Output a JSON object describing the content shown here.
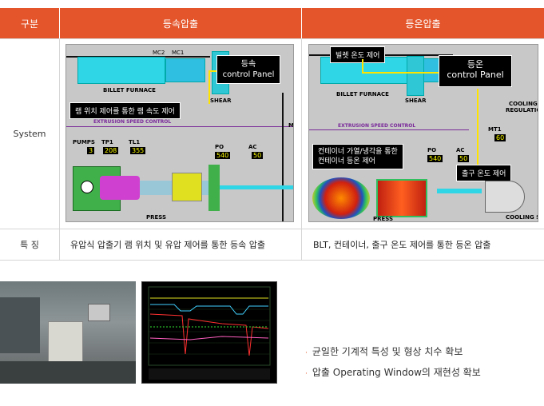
{
  "table": {
    "headers": [
      "구분",
      "등속압출",
      "등온압출"
    ],
    "rows": [
      {
        "label": "System"
      },
      {
        "label": "특 징",
        "col1": "유압식 압출기 램 위치 및 유압 제어를 통한 등속 압출",
        "col2": "BLT, 컨테이너, 출구 온도 제어를 통한 등온 압출"
      }
    ]
  },
  "left_diagram": {
    "furnace_label": "BILLET FURNACE",
    "shear_label": "SHEAR",
    "panel_line1": "등속",
    "panel_line2": "control Panel",
    "callout": "램 위치 제어를 통한 램 속도 제어",
    "section": "EXTRUSION SPEED CONTROL",
    "pumps_label": "PUMPS",
    "pumps_val": "3",
    "tp1_label": "TP1",
    "tp1_val": "208",
    "tl1_label": "TL1",
    "tl1_val": "355",
    "po_label": "PO",
    "po_val": "540",
    "ac_label": "AC",
    "ac_val": "50",
    "press_label": "PRESS",
    "mc2": "MC2",
    "mc1": "MC1",
    "m_label": "M"
  },
  "right_diagram": {
    "furnace_label": "BILLET FURNACE",
    "shear_label": "SHEAR",
    "panel_line1": "등온",
    "panel_line2": "control Panel",
    "callout_top": "빌렛 온도 제어",
    "callout_mid_line1": "컨테이너 가열/냉각을 통한",
    "callout_mid_line2": "컨테이너 등온 제어",
    "callout_exit": "출구 온도 제어",
    "section": "EXTRUSION SPEED CONTROL",
    "cooling_reg_line1": "COOLING",
    "cooling_reg_line2": "REGULATION",
    "mt1_label": "MT1",
    "mt1_val": "60",
    "po_label": "PO",
    "po_val": "540",
    "ac_label": "AC",
    "ac_val": "50",
    "press_label": "PRESS",
    "cooling_sys": "COOLING SY"
  },
  "bullets": [
    "균일한 기계적 특성 및 형상 치수 확보",
    "압출 Operating Window의 재현성 확보"
  ],
  "colors": {
    "header_bg": "#e4552b",
    "bullet": "#e4552b",
    "furnace": "#2fd6e6",
    "callout_bg": "#000000"
  }
}
